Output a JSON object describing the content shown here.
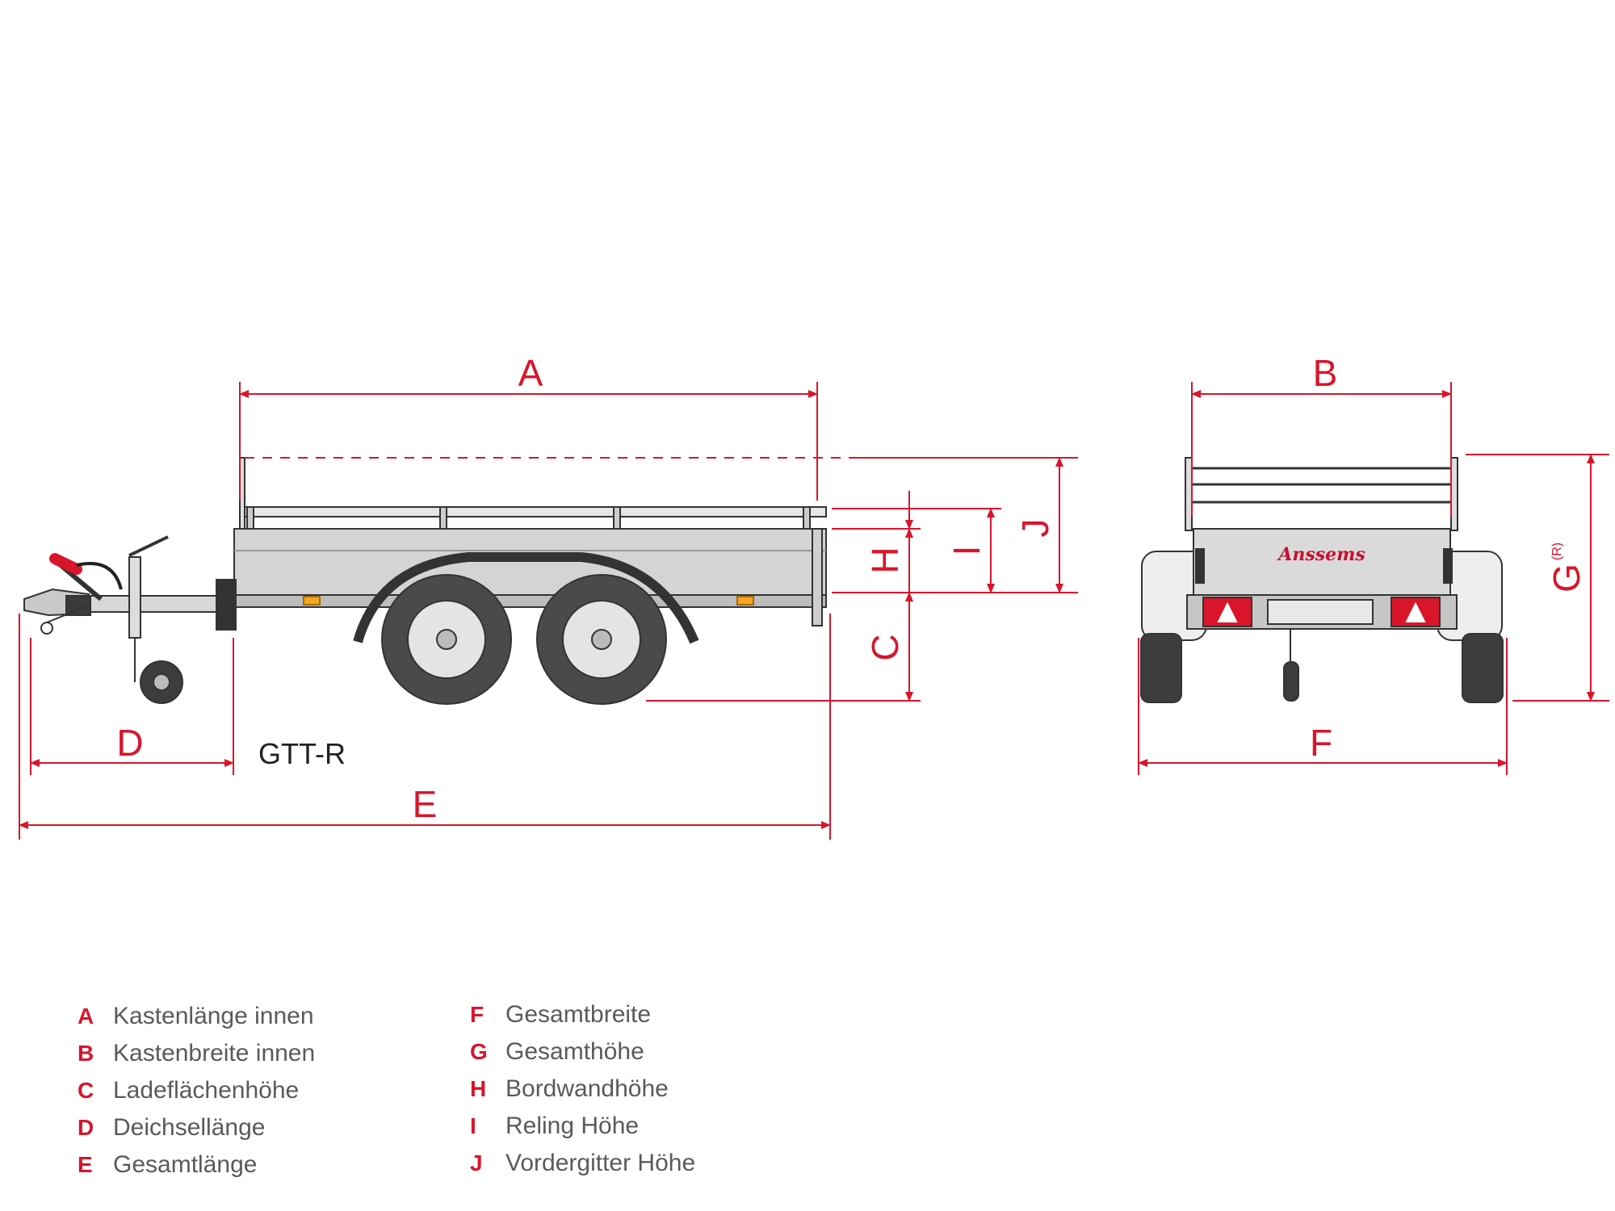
{
  "model": "GTT-R",
  "brand_logo": "Anssems",
  "accent_color": "#d9152b",
  "dimension_letters": {
    "A": "A",
    "B": "B",
    "C": "C",
    "D": "D",
    "E": "E",
    "F": "F",
    "G": "G",
    "G_sup": "(R)",
    "H": "H",
    "I": "I",
    "J": "J"
  },
  "legend": [
    {
      "key": "A",
      "label": "Kastenlänge innen"
    },
    {
      "key": "B",
      "label": "Kastenbreite innen"
    },
    {
      "key": "C",
      "label": "Ladeflächenhöhe"
    },
    {
      "key": "D",
      "label": "Deichsellänge"
    },
    {
      "key": "E",
      "label": "Gesamtlänge"
    },
    {
      "key": "F",
      "label": "Gesamtbreite"
    },
    {
      "key": "G",
      "label": "Gesamthöhe"
    },
    {
      "key": "H",
      "label": "Bordwandhöhe"
    },
    {
      "key": "I",
      "label": "Reling Höhe"
    },
    {
      "key": "J",
      "label": "Vordergitter Höhe"
    }
  ],
  "icons": [
    "side-view-trailer-icon",
    "rear-view-trailer-icon",
    "dimension-arrow-icon"
  ]
}
